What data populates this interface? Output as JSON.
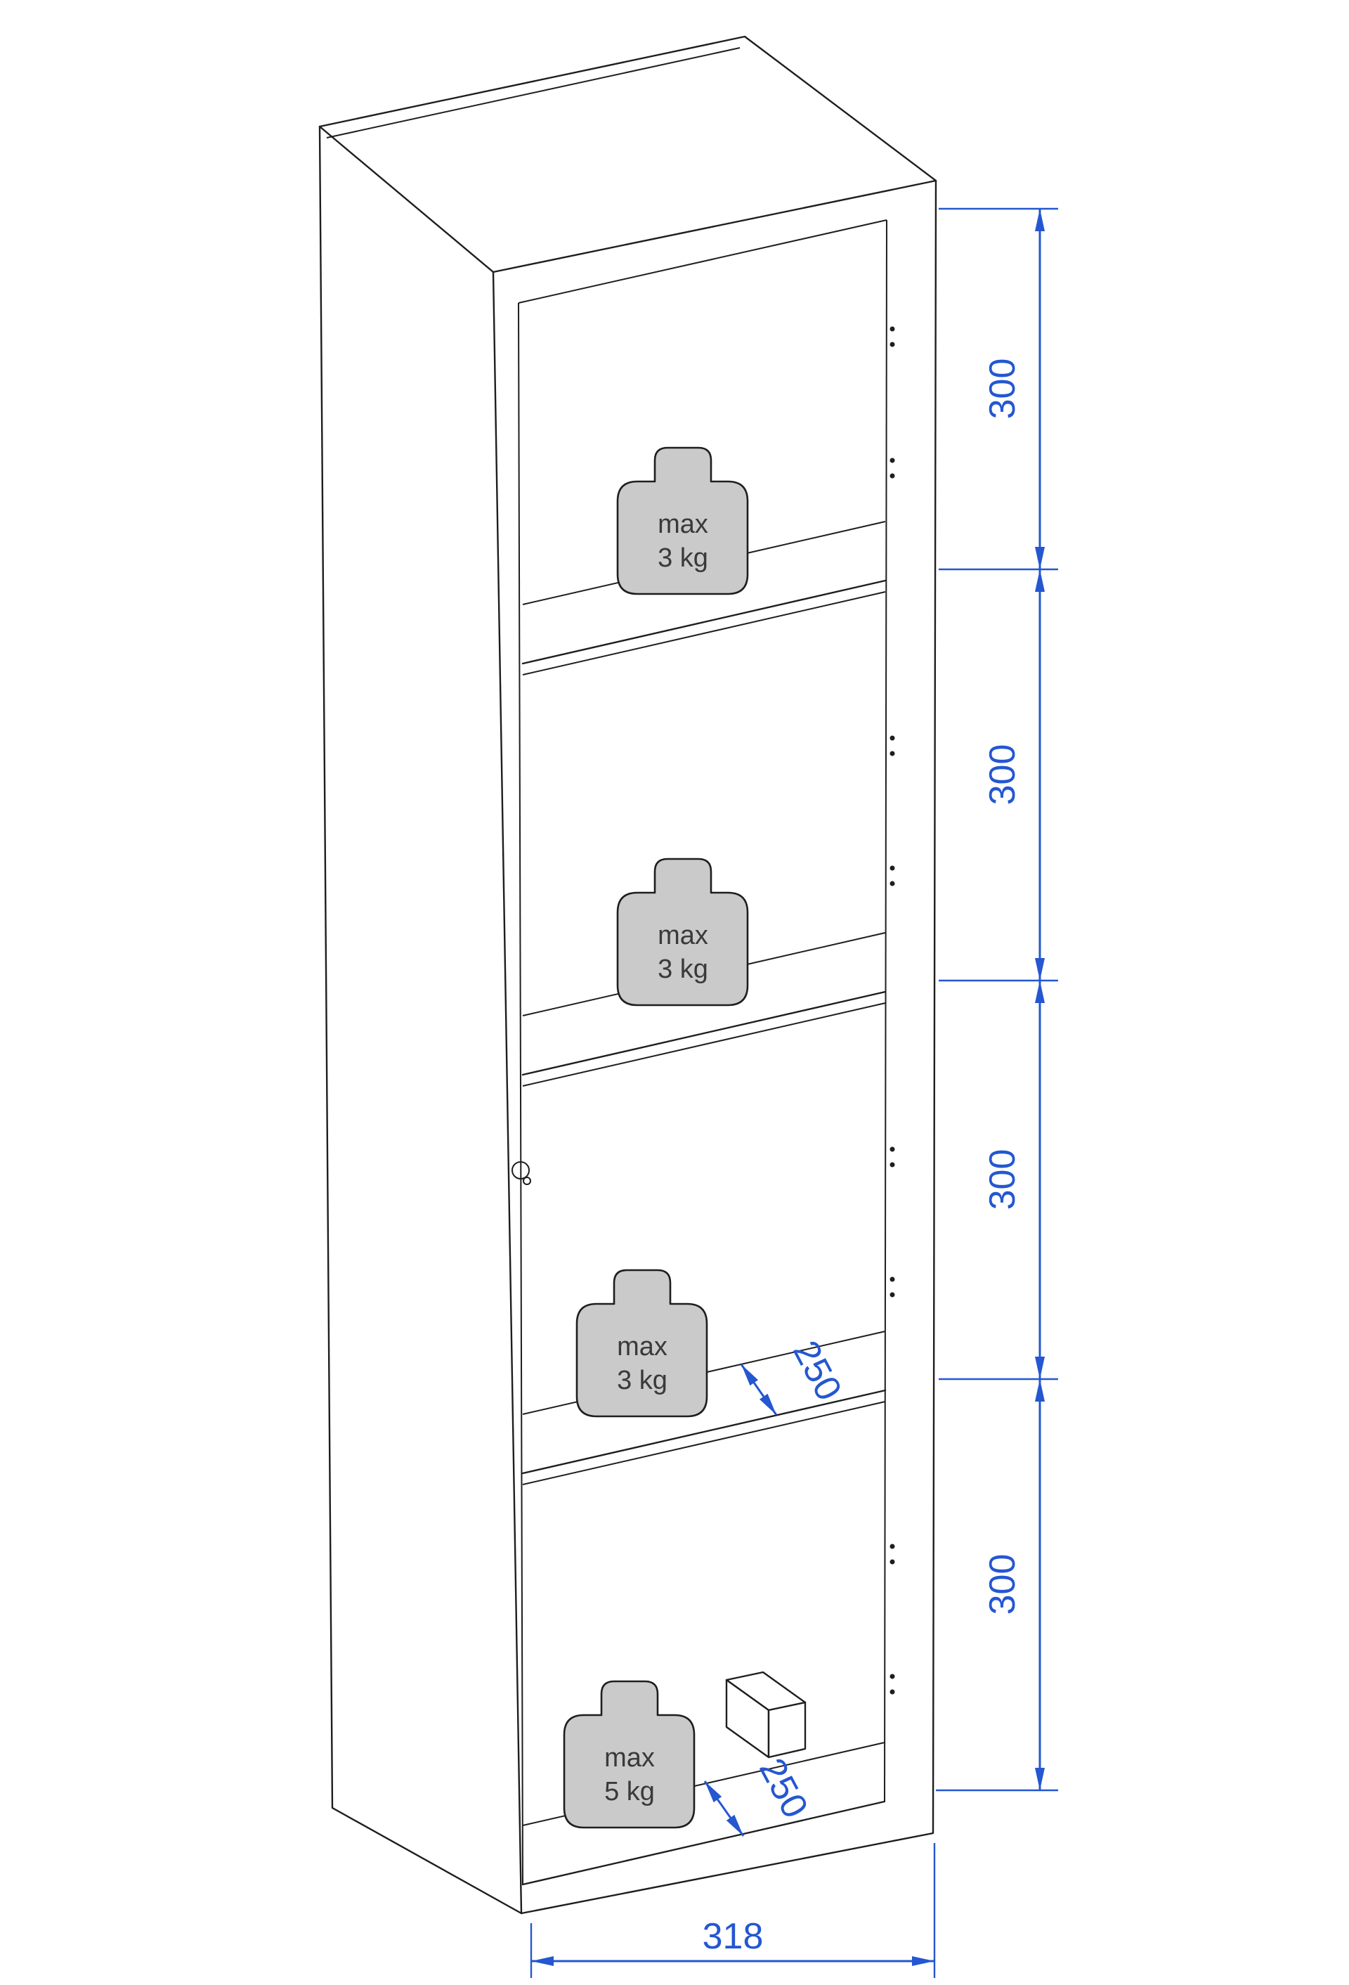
{
  "drawing": {
    "type": "furniture-technical-drawing",
    "subject": "tall wall cabinet with four compartments and three shelves",
    "background": "#ffffff",
    "line_color": "#1e1e1e",
    "dimension_color": "#2457d0",
    "weight_icon_fill": "#cacaca"
  },
  "labels": {
    "shelf_weights": [
      {
        "line1": "max",
        "line2": "3 kg"
      },
      {
        "line1": "max",
        "line2": "3 kg"
      },
      {
        "line1": "max",
        "line2": "3 kg"
      },
      {
        "line1": "max",
        "line2": "5 kg"
      }
    ],
    "compartment_heights": [
      "300",
      "300",
      "300",
      "300"
    ],
    "shelf_depths": [
      "250",
      "250"
    ],
    "bottom_width": "318"
  }
}
